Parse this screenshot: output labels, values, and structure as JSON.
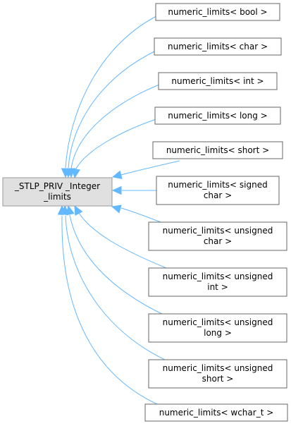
{
  "base_class": {
    "lines": [
      "_STLP_PRIV _Integer",
      "_limits"
    ]
  },
  "derived_classes": [
    {
      "id": "bool",
      "lines": [
        "numeric_limits< bool >"
      ]
    },
    {
      "id": "char",
      "lines": [
        "numeric_limits< char >"
      ]
    },
    {
      "id": "int",
      "lines": [
        "numeric_limits< int >"
      ]
    },
    {
      "id": "long",
      "lines": [
        "numeric_limits< long >"
      ]
    },
    {
      "id": "short",
      "lines": [
        "numeric_limits< short >"
      ]
    },
    {
      "id": "signed-char",
      "lines": [
        "numeric_limits< signed",
        "char >"
      ]
    },
    {
      "id": "unsigned-char",
      "lines": [
        "numeric_limits< unsigned",
        "char >"
      ]
    },
    {
      "id": "unsigned-int",
      "lines": [
        "numeric_limits< unsigned",
        "int >"
      ]
    },
    {
      "id": "unsigned-long",
      "lines": [
        "numeric_limits< unsigned",
        "long >"
      ]
    },
    {
      "id": "unsigned-short",
      "lines": [
        "numeric_limits< unsigned",
        "short >"
      ]
    },
    {
      "id": "wchar_t",
      "lines": [
        "numeric_limits< wchar_t >"
      ]
    }
  ],
  "colors": {
    "edge": "#63b8ff",
    "base_fill": "#e0e0e0",
    "base_stroke": "#999999",
    "node_stroke": "#666666"
  }
}
